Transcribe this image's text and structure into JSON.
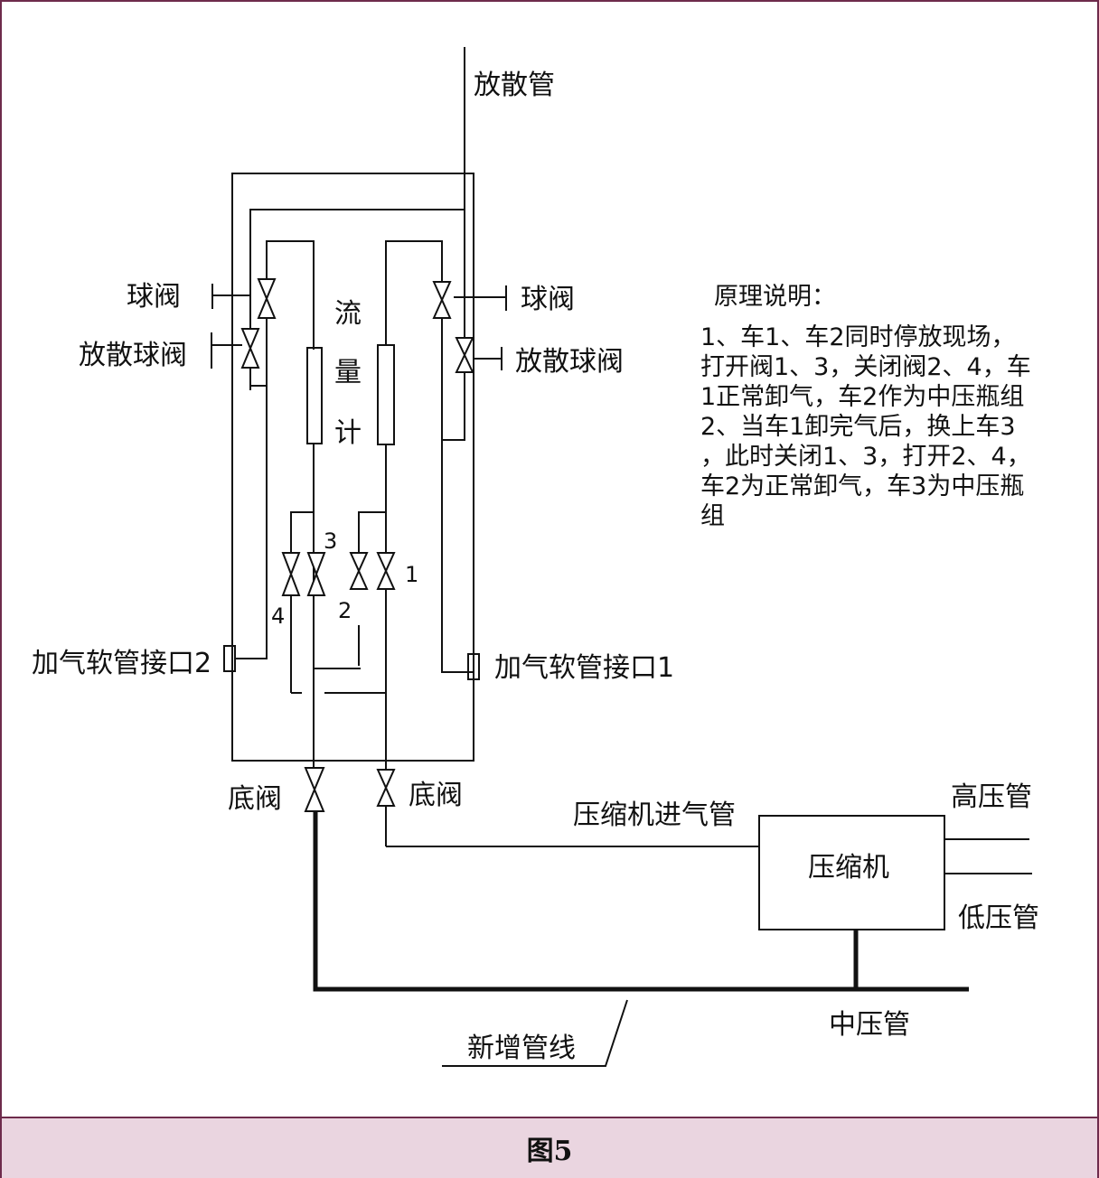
{
  "caption": "图5",
  "labels": {
    "vent_pipe": "放散管",
    "ball_valve_left": "球阀",
    "ball_valve_right": "球阀",
    "vent_ball_valve_left": "放散球阀",
    "vent_ball_valve_right": "放散球阀",
    "flowmeter_1": "流",
    "flowmeter_2": "量",
    "flowmeter_3": "计",
    "hose_port_2": "加气软管接口2",
    "hose_port_1": "加气软管接口1",
    "bottom_valve_left": "底阀",
    "bottom_valve_right": "底阀",
    "compressor_inlet": "压缩机进气管",
    "compressor": "压缩机",
    "high_pressure": "高压管",
    "low_pressure": "低压管",
    "mid_pressure": "中压管",
    "new_pipeline": "新增管线",
    "valve_1": "1",
    "valve_2": "2",
    "valve_3": "3",
    "valve_4": "4"
  },
  "explanation": {
    "title": "原理说明：",
    "lines": [
      "1、车1、车2同时停放现场，",
      "打开阀1、3，关闭阀2、4，车",
      "1正常卸气，车2作为中压瓶组",
      "2、当车1卸完气后，换上车3",
      "，此时关闭1、3，打开2、4，",
      "车2为正常卸气，车3为中压瓶",
      "组"
    ]
  },
  "colors": {
    "border": "#6e2b4c",
    "caption_bg": "#ead5e0",
    "line": "#111111"
  }
}
